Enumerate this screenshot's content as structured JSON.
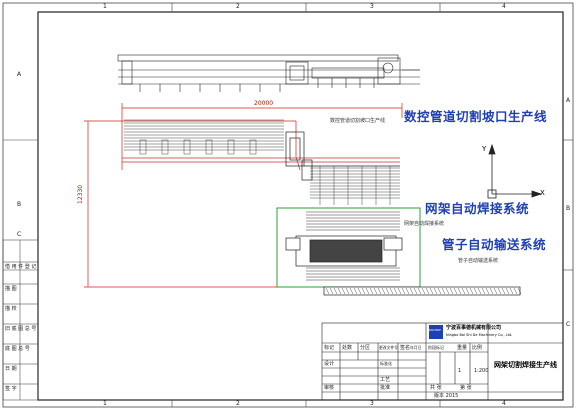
{
  "border": {
    "top_numbers": [
      "1",
      "2",
      "3",
      "4"
    ],
    "bottom_numbers": [
      "1",
      "2",
      "3",
      "4"
    ],
    "left_letters": [
      "A",
      "B",
      "C"
    ],
    "right_letters": [
      "A",
      "B",
      "C"
    ]
  },
  "dimensions": {
    "horizontal": "20000",
    "vertical": "12330"
  },
  "titles": {
    "line1": "数控管道切割坡口生产线",
    "line2": "网架自动焊接系统",
    "line3": "管子自动输送系统"
  },
  "callouts": {
    "cutting": "数控管道切割坡口生产线",
    "welding": "网架自动焊接系统",
    "conveying": "管子自动输送系统"
  },
  "left_strip": [
    "借 用 件 登 记",
    "描 图",
    "描 校",
    "旧 底 图 总 号",
    "底 图 总 号",
    "日 期",
    "签 字"
  ],
  "title_block": {
    "company_cn": "宁波百事德机械有限公司",
    "company_en": "Ningbo Bai Shi De Machinery Co., Ltd.",
    "logo_text": "BAISHIDE",
    "drawing_title": "网架切割焊接生产线",
    "scale": "1:200",
    "quantity": "1",
    "row_labels": [
      "标记",
      "处数",
      "分区",
      "更改文件号",
      "签名",
      "年月日"
    ],
    "role_labels": [
      "设计",
      "标准化",
      "审核",
      "工艺",
      "批准"
    ],
    "misc_labels": [
      "阶段标记",
      "重量",
      "比例",
      "共 张",
      "第 张"
    ],
    "version_label": "版本 2015"
  },
  "axis_labels": {
    "y": "Y",
    "x": "X"
  }
}
